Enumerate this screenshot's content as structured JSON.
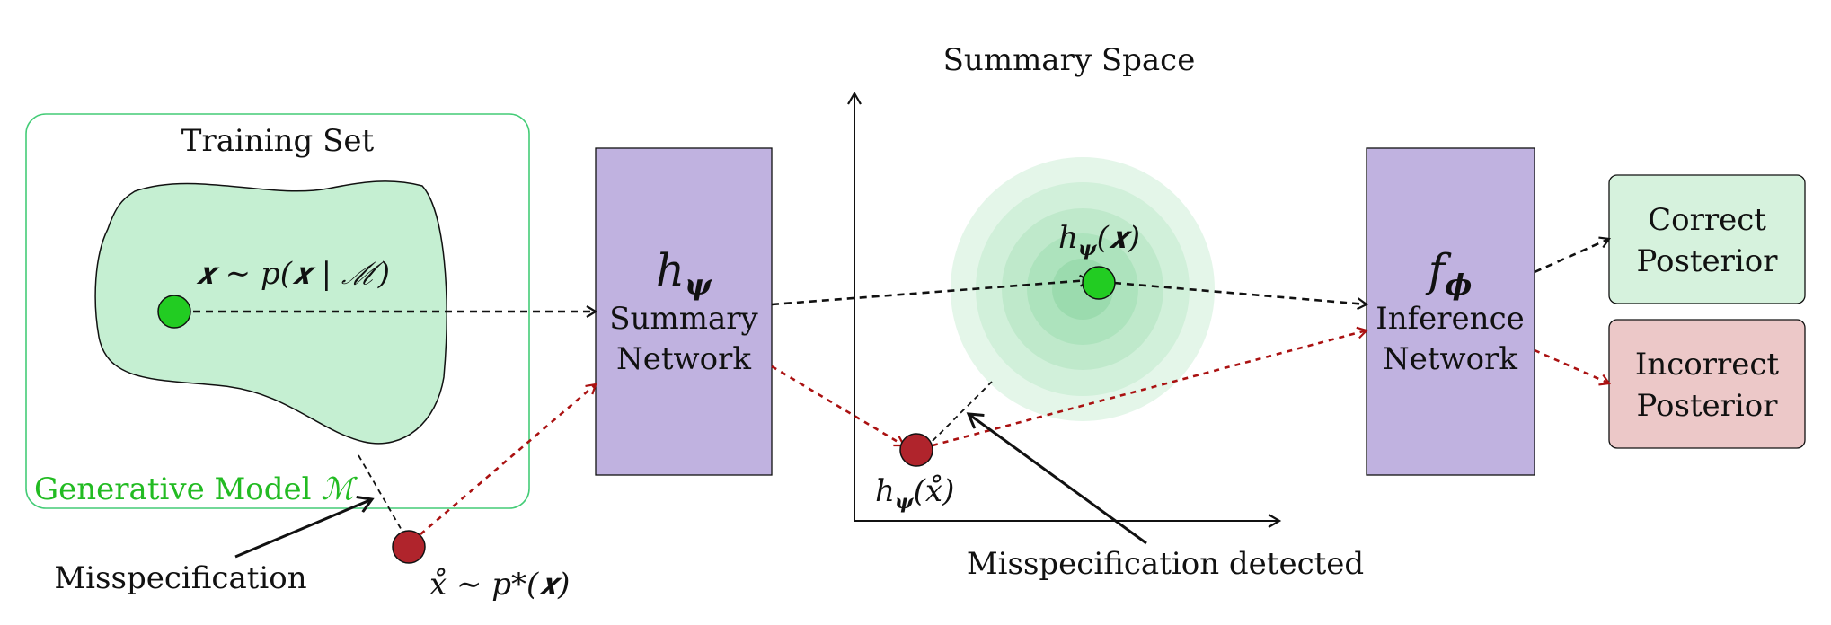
{
  "colors": {
    "network_fill": "#c0b2e0",
    "point_ok": "#22cc22",
    "point_bad": "#b0242c",
    "region_fill": "#c5efd2",
    "model_border": "#44cc77",
    "model_label": "#22bb22",
    "correct_fill": "#d6f2dd",
    "incorrect_fill": "#ecc8c8",
    "arrow_ok": "#111111",
    "arrow_bad": "#aa1111"
  },
  "generative_model": {
    "title": "Training Set",
    "label_text": "Generative Model ",
    "label_symbol": "ℳ",
    "sample_label": "𝒙 ∼ p(𝒙 | ℳ)"
  },
  "observed": {
    "label": "x̊ ∼ p*(𝒙)",
    "misspec_label": "Misspecification"
  },
  "summary_network": {
    "symbol": "h",
    "subscript": "ψ",
    "line1": "Summary",
    "line2": "Network"
  },
  "summary_space": {
    "title": "Summary Space",
    "ok_label_h": "h",
    "ok_label_sub": "ψ",
    "ok_label_arg": "(𝒙)",
    "bad_label_h": "h",
    "bad_label_sub": "ψ",
    "bad_label_arg": "(x̊)",
    "detected_label": "Misspecification detected"
  },
  "inference_network": {
    "symbol": "f",
    "subscript": "ϕ",
    "line1": "Inference",
    "line2": "Network"
  },
  "outputs": {
    "correct_line1": "Correct",
    "correct_line2": "Posterior",
    "incorrect_line1": "Incorrect",
    "incorrect_line2": "Posterior"
  }
}
